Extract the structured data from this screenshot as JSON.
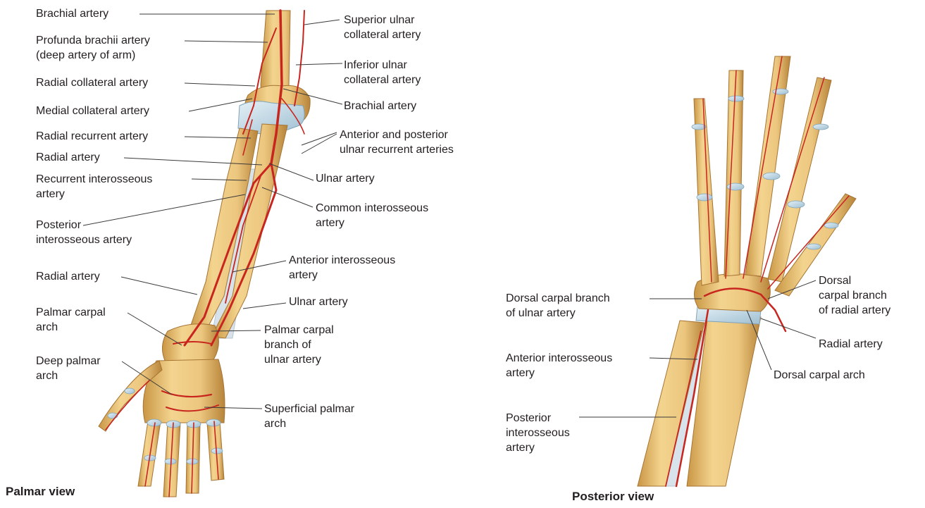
{
  "palmar": {
    "title": "Palmar view",
    "labels": {
      "brachial_artery_top": "Brachial artery",
      "profunda_brachii": "Profunda brachii artery\n(deep artery of arm)",
      "radial_collateral": "Radial collateral artery",
      "medial_collateral": "Medial collateral artery",
      "radial_recurrent": "Radial recurrent artery",
      "radial_artery_upper": "Radial artery",
      "recurrent_interosseous": "Recurrent interosseous\nartery",
      "posterior_interosseous": "Posterior\ninterosseous artery",
      "radial_artery_lower": "Radial artery",
      "palmar_carpal_arch": "Palmar carpal\narch",
      "deep_palmar_arch": "Deep palmar\narch",
      "superior_ulnar_collateral": "Superior ulnar\ncollateral artery",
      "inferior_ulnar_collateral": "Inferior ulnar\ncollateral artery",
      "brachial_artery_right": "Brachial artery",
      "ulnar_recurrent": "Anterior and posterior\nulnar recurrent arteries",
      "ulnar_artery_upper": "Ulnar artery",
      "common_interosseous": "Common interosseous\nartery",
      "anterior_interosseous": "Anterior interosseous\nartery",
      "ulnar_artery_lower": "Ulnar artery",
      "palmar_carpal_branch_ulnar": "Palmar carpal\nbranch of\nulnar artery",
      "superficial_palmar_arch": "Superficial palmar\narch"
    }
  },
  "posterior": {
    "title": "Posterior view",
    "labels": {
      "dorsal_carpal_branch_ulnar": "Dorsal carpal branch\nof ulnar artery",
      "anterior_interosseous": "Anterior interosseous\nartery",
      "posterior_interosseous": "Posterior\ninterosseous\nartery",
      "dorsal_carpal_branch_radial": "Dorsal\ncarpal branch\nof radial artery",
      "radial_artery": "Radial artery",
      "dorsal_carpal_arch": "Dorsal carpal arch"
    }
  },
  "colors": {
    "bone": "#ecc67e",
    "bone_shade": "#c99644",
    "artery": "#c8251f",
    "cartilage": "#b9d3e0",
    "membrane": "#d7e2ea",
    "leader": "#3a3a3a",
    "text": "#231f20"
  }
}
